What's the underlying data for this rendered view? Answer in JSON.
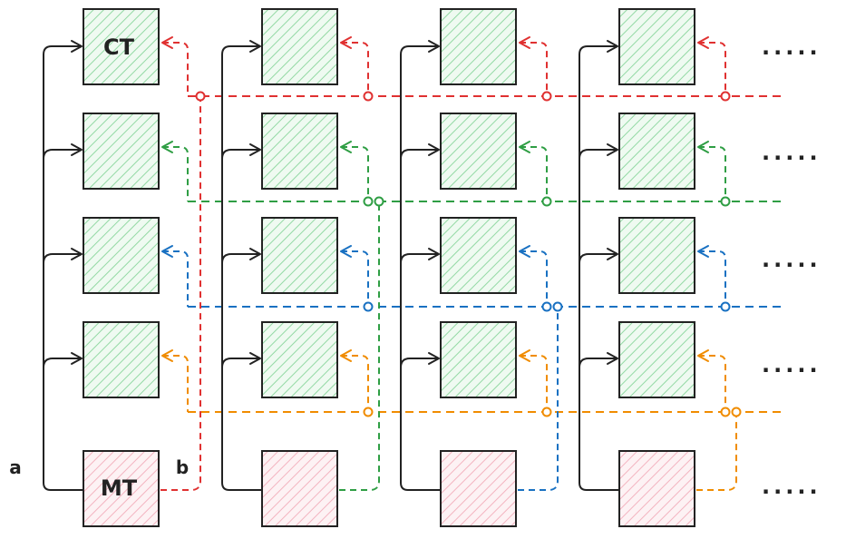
{
  "labels": {
    "ct": "CT",
    "mt": "MT",
    "a": "a",
    "b": "b",
    "ellipsis": "....."
  },
  "colors": {
    "ink": "#222222",
    "green_hatch": "#93d9a4",
    "green_fill": "#effaf1",
    "pink_hatch": "#f3b4c0",
    "pink_fill": "#fdf2f4",
    "red": "#e03131",
    "green": "#2f9e44",
    "blue": "#1971c2",
    "orange": "#f08c00"
  },
  "grid": {
    "columns": 4,
    "ct_rows": 4
  },
  "row_colors": [
    "red",
    "green",
    "blue",
    "orange"
  ]
}
